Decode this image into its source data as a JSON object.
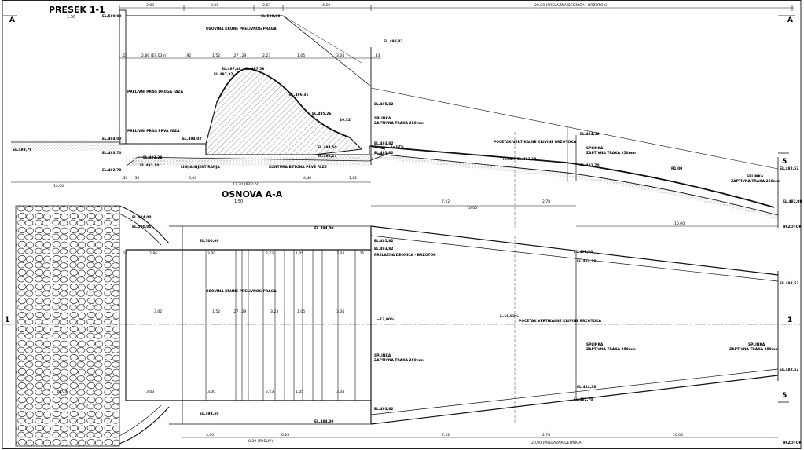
{
  "section": {
    "title": "PRESEK 1-1",
    "scale": "1:50",
    "marker_left": "A",
    "marker_right": "A",
    "top_dims": [
      "3,03",
      "3,00",
      "2,03",
      "4,29",
      "20,00 (PRELAZNA DEONICA - BRZOTOK)"
    ],
    "row_dims": [
      ".14",
      "2,86 (ES.03m)",
      ".92",
      "1,52",
      ".27",
      ".29",
      "2,23",
      "1,05",
      "3,04",
      ".33"
    ],
    "bottom_dims": [
      "14,00",
      ".50",
      ".50",
      "5,00",
      "12,20 (PRELIV)",
      "4,40",
      "1,82"
    ],
    "elevations": [
      "EL.500,00",
      "EL.500,00",
      "EL.498,82",
      "EL.497,48",
      "EL.497,32",
      "EL.497,58",
      "EL.496,31",
      "EL.495,82",
      "EL.495,26",
      "EL.494,00",
      "EL.493,76",
      "EL.493,70",
      "EL.492,70",
      "EL.493,82",
      "EL.494,02",
      "EL.492,10",
      "EL.493,28",
      "EL.494,50",
      "EL.494,27",
      "EL.493,82",
      "EL.493,18",
      "EL.484,38",
      "EL.482,70",
      "EL.482,52",
      "EL.482,08"
    ],
    "labels": {
      "axis_crest": "OSOVINA KRUNE PRELIVNOG PRAGA",
      "sill_phase2": "PRELIVNI PRAG DRUGA FAZA",
      "sill_phase1": "PRELIVNI PRAG PRVA FAZA",
      "injection_line": "LINIJA INJEKTIRANJA",
      "contour_phase1": "KONTURA BETONA PRVE FAZE",
      "splinka1": "SPLINKA",
      "tape1": "ZAPTIVNA TRAKA 250mm",
      "vcurve": "POCETAK VERTIKALNE KRIVINE BRZOTOKA",
      "splinka2": "SPLINKA",
      "tape2": "ZAPTIVNA TRAKA 250mm",
      "splinka3": "SPLINKA",
      "tape3": "ZAPTIVNA TRAKA 250mm",
      "slope1": "i=12%",
      "slope2": "i=13%",
      "angle": "29.32°",
      "len": "R1,00",
      "brzotok": "BRZOTOK",
      "side_mark": "5"
    },
    "sub_dims": [
      "7,22",
      "2,78",
      "10,00",
      "10,00"
    ]
  },
  "plan": {
    "title": "OSNOVA A-A",
    "scale": "1:50",
    "marker_left": "1",
    "marker_right": "1",
    "marker_bottom": "5",
    "row_dims": [
      ".14",
      "2,86",
      "3,00",
      "2,23",
      "1,05",
      "3,04",
      ".25"
    ],
    "mid_dims": [
      "3,02",
      "1,52",
      ".27",
      ".29",
      "3,23",
      "1,05",
      "3,04"
    ],
    "low_dims": [
      "14,03",
      "3,03",
      "3,00",
      "2,23",
      "1,05",
      "3,04"
    ],
    "bottom_dims": [
      "3,00",
      "6,29",
      "8,29 (PRELIV)",
      "7,22",
      "2,78",
      "10,00",
      "20,00 (PRELAZNA DEONICA)",
      "BRZOTOK"
    ],
    "elevations": [
      "EL.484,00",
      "EL.500,00",
      "EL.494,00",
      "EL.495,82",
      "EL.493,82",
      "EL.500,00",
      "EL.484,00",
      "EL.492,70",
      "EL.484,38",
      "EL.482,52",
      "EL.482,70",
      "EL.484,38",
      "EL.482,52",
      "EL.493,82",
      "EL.494,50"
    ],
    "labels": {
      "axis_crest": "OSOVINA KRUNE PRELIVNOG PRAGA",
      "transition": "PRELAZNA DEONICA - BRZOTOK",
      "slope1": "i=13,00%",
      "slope2": "i=10,03%",
      "vcurve": "POCETAK VERTIKALNE KRIVINE BRZOTOKA",
      "splinka1": "SPLINKA",
      "tape1": "ZAPTIVNA TRAKA 250mm",
      "splinka2": "SPLINKA",
      "tape2": "ZAPTIVNA TRAKA 250mm",
      "splinka3": "SPLINKA",
      "tape3": "ZAPTIVNA TRAKA 250mm"
    }
  }
}
